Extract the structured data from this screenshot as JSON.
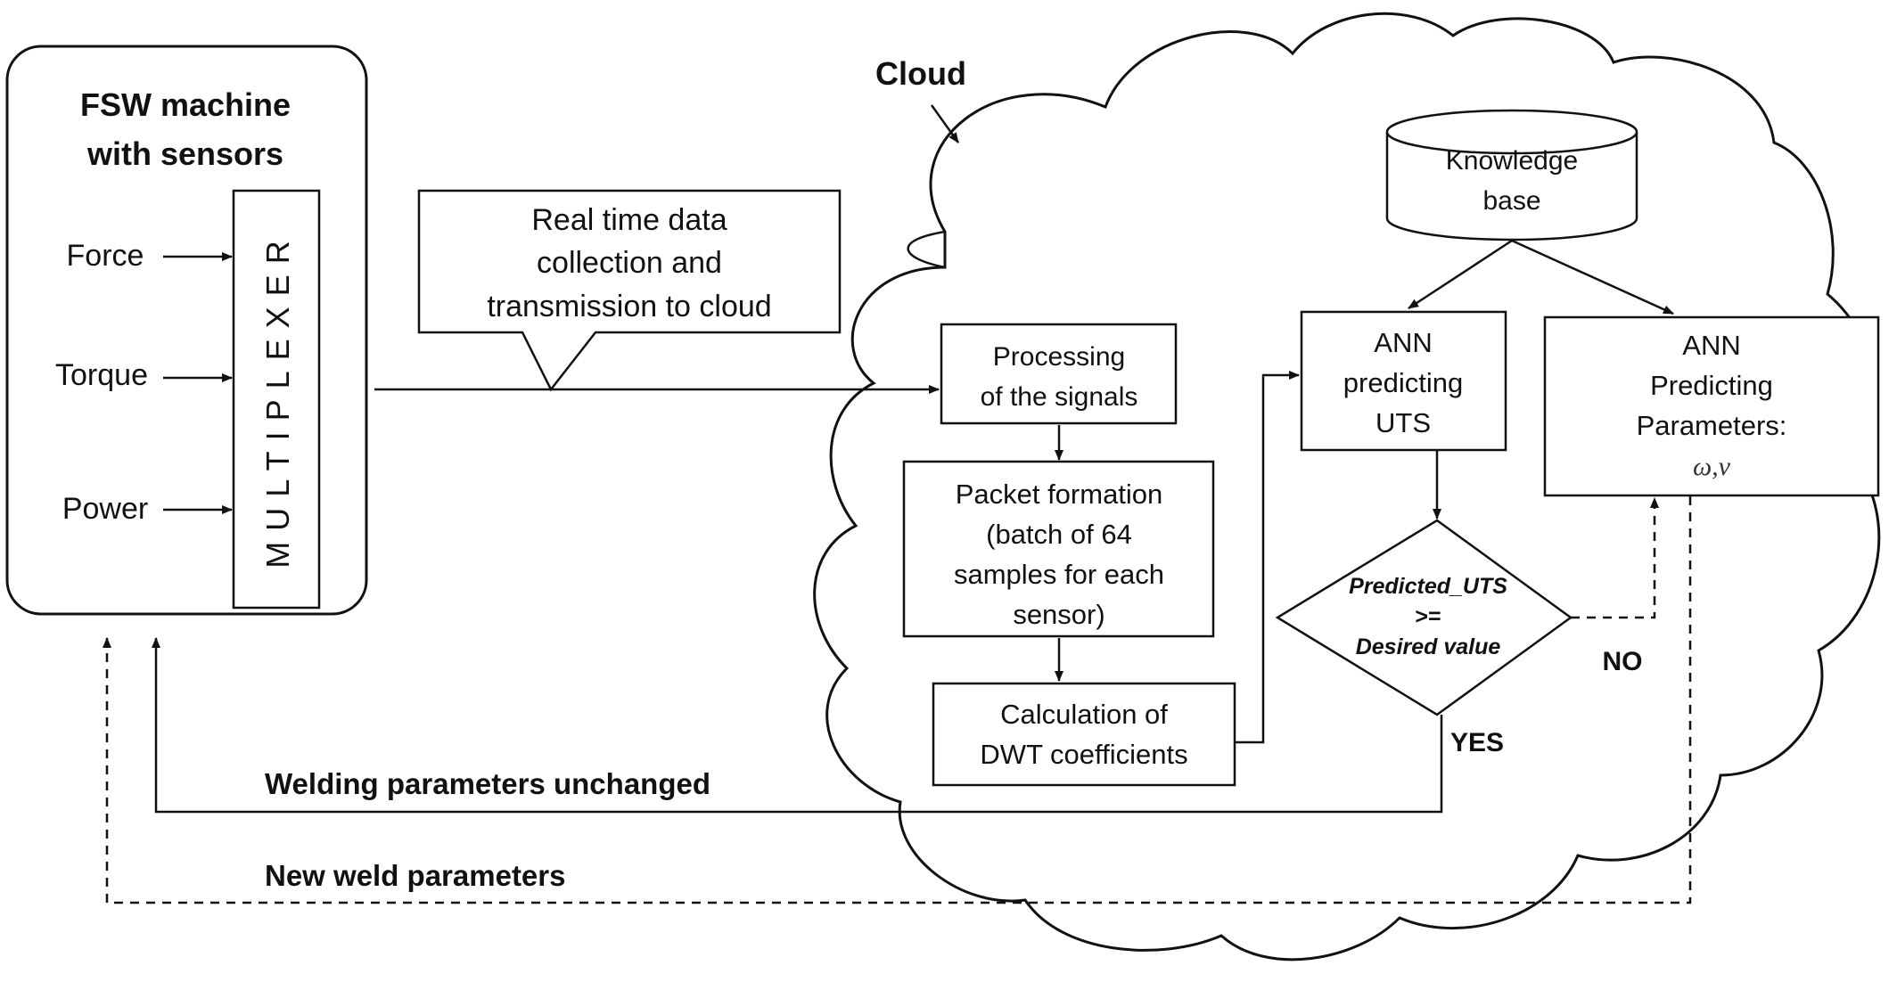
{
  "machine": {
    "title_line1": "FSW machine",
    "title_line2": "with sensors",
    "inputs": [
      "Force",
      "Torque",
      "Power"
    ],
    "multiplexer": "MULTIPLEXER"
  },
  "callout": {
    "line1": "Real time data",
    "line2": "collection and",
    "line3": "transmission to cloud"
  },
  "cloud_label": "Cloud",
  "knowledge_base": {
    "line1": "Knowledge",
    "line2": "base"
  },
  "processing": {
    "line1": "Processing",
    "line2": "of the signals"
  },
  "packet": {
    "line1": "Packet formation",
    "line2": "(batch of 64",
    "line3": "samples for each",
    "line4": "sensor)"
  },
  "dwt": {
    "line1": "Calculation of",
    "line2": "DWT coefficients"
  },
  "ann_uts": {
    "line1": "ANN",
    "line2": "predicting",
    "line3": "UTS"
  },
  "ann_params": {
    "line1": "ANN",
    "line2": "Predicting",
    "line3": "Parameters:",
    "line4": "ω,ν"
  },
  "decision": {
    "line1": "Predicted_UTS",
    "line2": ">=",
    "line3": "Desired value"
  },
  "labels": {
    "yes": "YES",
    "no": "NO",
    "unchanged": "Welding parameters unchanged",
    "new_params": "New weld parameters"
  }
}
